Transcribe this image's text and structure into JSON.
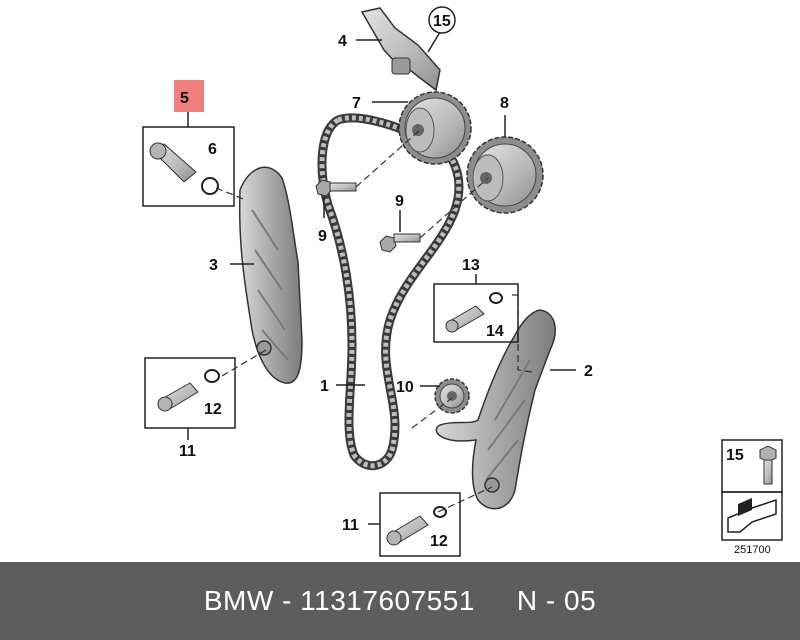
{
  "labels": {
    "chain": "1",
    "tensioning_rail": "2",
    "guide_rail": "3",
    "upper_guide": "4",
    "tensioner": "5",
    "seal_6": "6",
    "sprocket_intake": "7",
    "sprocket_exhaust": "8",
    "bolt_9_left": "9",
    "bolt_9_right": "9",
    "sprocket_10": "10",
    "pin_11_left": "11",
    "pin_11_bottom": "11",
    "seal_12_left": "12",
    "seal_12_bottom": "12",
    "pin_13": "13",
    "seal_14": "14",
    "screw_15_circle": "15",
    "screw_15_box": "15"
  },
  "diagram_number": "251700",
  "footer": {
    "brand": "BMW",
    "separator": "-",
    "part_number": "11317607551",
    "position_code": "N - 05"
  },
  "colors": {
    "highlight": "#f08080",
    "footer_bg": "#5d5d5d",
    "part_fill": "#c8c8c8",
    "part_dark": "#8a8a8a"
  }
}
